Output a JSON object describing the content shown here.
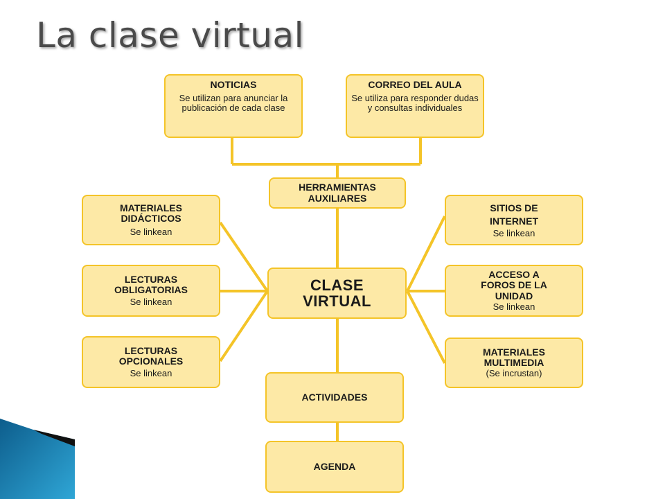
{
  "slide": {
    "title": "La clase virtual"
  },
  "diagram": {
    "noticias": {
      "title": "NOTICIAS",
      "desc": "Se utilizan para anunciar la publicación de cada clase"
    },
    "correo": {
      "title": "CORREO DEL AULA",
      "desc": "Se utiliza para responder dudas y consultas individuales"
    },
    "herramientas": {
      "title": "HERRAMIENTAS AUXILIARES"
    },
    "materiales_didacticos": {
      "title": "MATERIALES DIDÁCTICOS",
      "desc": "Se linkean"
    },
    "lecturas_obligatorias": {
      "title": "LECTURAS OBLIGATORIAS",
      "desc": "Se linkean"
    },
    "lecturas_opcionales": {
      "title": "LECTURAS OPCIONALES",
      "desc": "Se linkean"
    },
    "clase_virtual": {
      "title": "CLASE VIRTUAL"
    },
    "sitios": {
      "title": "SITIOS DE INTERNET",
      "desc": "Se linkean"
    },
    "acceso_foros": {
      "title": "ACCESO A FOROS DE LA UNIDAD",
      "desc": "Se linkean"
    },
    "materiales_multimedia": {
      "title": "MATERIALES MULTIMEDIA",
      "desc": "(Se incrustan)"
    },
    "actividades": {
      "title": "ACTIVIDADES"
    },
    "agenda": {
      "title": "AGENDA"
    }
  },
  "colors": {
    "box_fill": "#fde9a6",
    "box_border": "#f4c428",
    "connector": "#f4c428",
    "corner_decor": "#1f8fc2"
  }
}
